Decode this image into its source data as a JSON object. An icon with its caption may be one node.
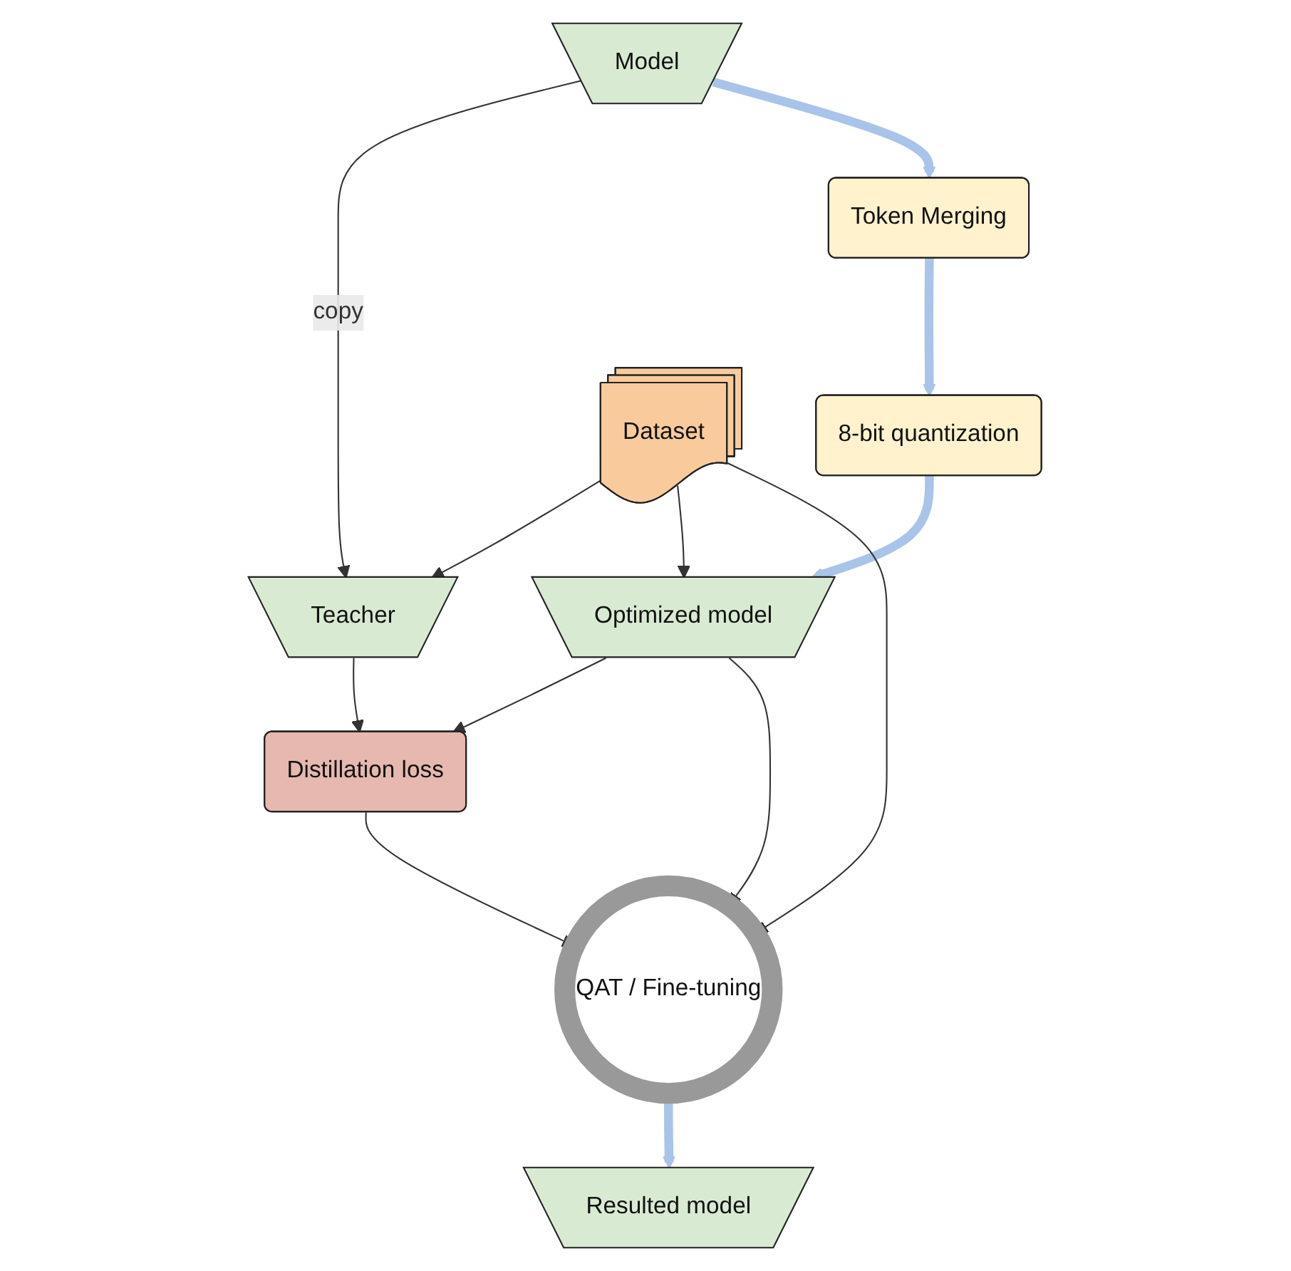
{
  "diagram": {
    "nodes": [
      {
        "text": [
          "Model"
        ]
      },
      {
        "text": [
          "Token Merging"
        ]
      },
      {
        "text": [
          "8-bit quantization"
        ]
      },
      {
        "text": [
          "Dataset"
        ]
      },
      {
        "text": [
          "Teacher"
        ]
      },
      {
        "text": [
          "Optimized model"
        ]
      },
      {
        "text": [
          "Distillation loss"
        ]
      },
      {
        "text": [
          "QAT / Fine-tuning"
        ]
      },
      {
        "text": [
          "Resulted model"
        ]
      }
    ],
    "edges": [
      {
        "from": 0,
        "to": 4,
        "arrow": "to",
        "label": "copy"
      },
      {
        "from": 0,
        "to": 1,
        "arrow": "to",
        "style": "thick",
        "color": "#a9c4e8"
      },
      {
        "from": 1,
        "to": 2,
        "arrow": "to",
        "style": "thick",
        "color": "#a9c4e8"
      },
      {
        "from": 2,
        "to": 5,
        "arrow": "to",
        "style": "thick",
        "color": "#a9c4e8"
      },
      {
        "from": 3,
        "to": 4,
        "arrow": "to"
      },
      {
        "from": 3,
        "to": 5,
        "arrow": "to"
      },
      {
        "from": 4,
        "to": 6,
        "arrow": "to"
      },
      {
        "from": 5,
        "to": 6,
        "arrow": "to"
      },
      {
        "from": 5,
        "to": 7,
        "arrow": "to"
      },
      {
        "from": 6,
        "to": 7,
        "arrow": "to"
      },
      {
        "from": 3,
        "to": 7,
        "arrow": "to"
      },
      {
        "from": 7,
        "to": 8,
        "arrow": "to",
        "style": "thick",
        "color": "#a9c4e8"
      }
    ]
  }
}
